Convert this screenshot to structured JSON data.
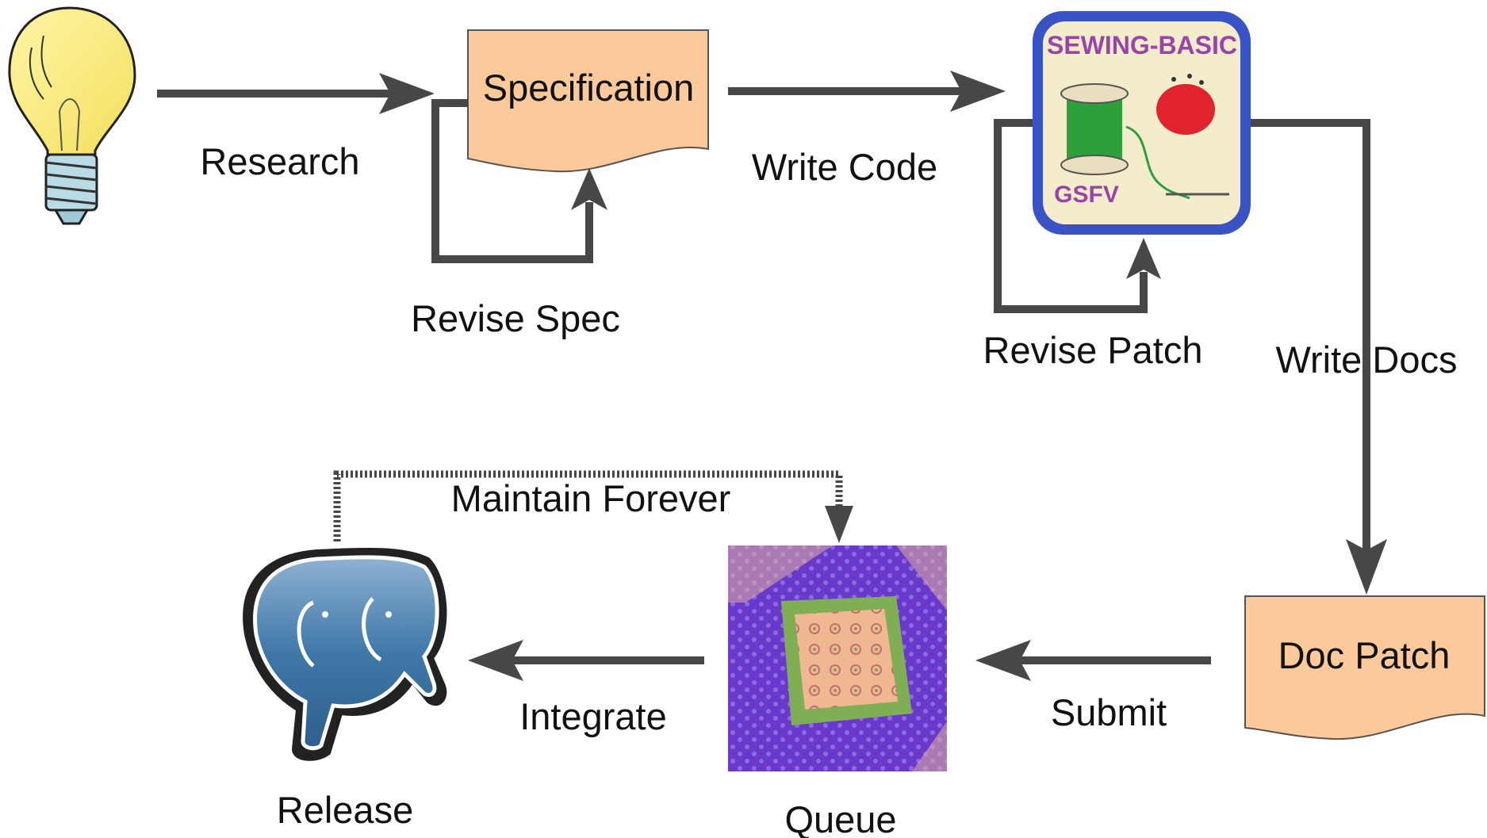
{
  "diagram": {
    "nodes": {
      "specification": "Specification",
      "doc_patch": "Doc Patch"
    },
    "badge": {
      "top_text": "SEWING-BASIC",
      "bottom_text": "GSFV"
    },
    "edges": {
      "research": "Research",
      "revise_spec": "Revise Spec",
      "write_code": "Write Code",
      "revise_patch": "Revise Patch",
      "write_docs": "Write Docs",
      "submit": "Submit",
      "integrate": "Integrate",
      "maintain_forever": "Maintain Forever"
    },
    "captions": {
      "release": "Release",
      "queue": "Queue"
    },
    "colors": {
      "arrow": "#474747",
      "doc_fill": "#fcc99a",
      "badge_border": "#3a53c4",
      "queue_bg": "#6e3ecf"
    }
  }
}
